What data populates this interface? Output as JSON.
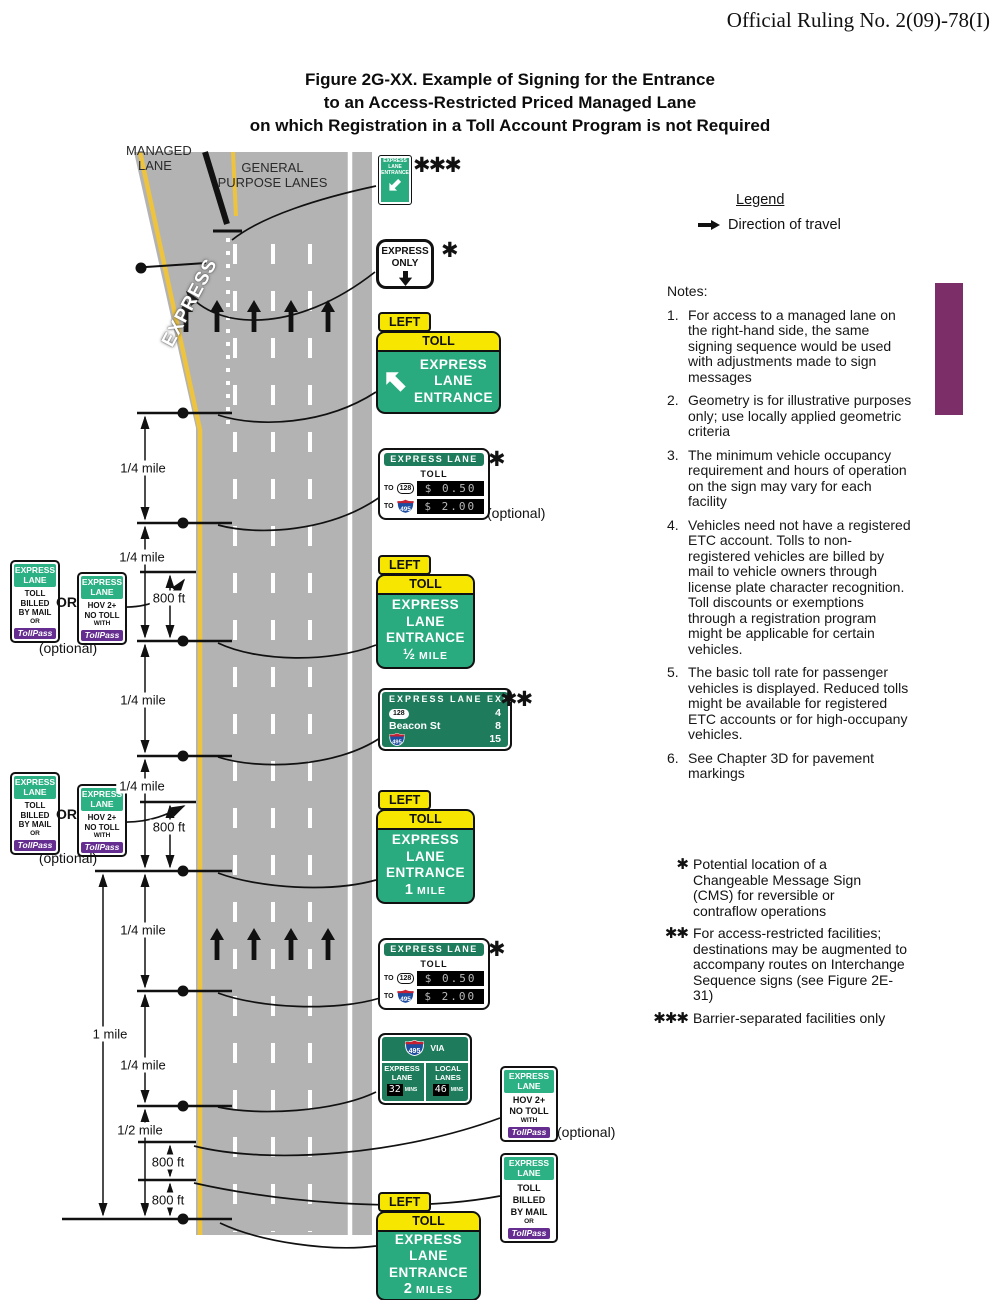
{
  "page": {
    "ruling_ref": "Official Ruling No. 2(09)-78(I)"
  },
  "title": {
    "line1": "Figure 2G-XX.  Example of Signing for the Entrance",
    "line2": "to an Access-Restricted Priced Managed Lane",
    "line3": "on which Registration in a Toll Account Program is not Required"
  },
  "road": {
    "managed_line1": "MANAGED",
    "managed_line2": "LANE",
    "gp_line1": "GENERAL",
    "gp_line2": "PURPOSE LANES",
    "pavement_word": "EXPRESS"
  },
  "legend": {
    "title": "Legend",
    "direction_label": "Direction of travel"
  },
  "notes": {
    "title": "Notes:",
    "items": [
      {
        "num": "1.",
        "text": "For access to a managed lane on the right-hand side, the same signing sequence would be used with adjustments made to sign messages"
      },
      {
        "num": "2.",
        "text": "Geometry is for illustrative purposes only; use locally applied geometric criteria"
      },
      {
        "num": "3.",
        "text": "The minimum vehicle occupancy requirement and hours of operation on the sign may vary for each facility"
      },
      {
        "num": "4.",
        "text": "Vehicles need not have a registered ETC account. Tolls to non-registered vehicles are billed by mail to vehicle owners through license plate character recognition. Toll discounts or exemptions through a registration program might be applicable for certain vehicles."
      },
      {
        "num": "5.",
        "text": "The basic toll rate for passenger vehicles is displayed. Reduced tolls might be available for registered ETC accounts or for high-occupany vehicles."
      },
      {
        "num": "6.",
        "text": "See Chapter 3D for pavement markings"
      }
    ]
  },
  "footnotes": [
    {
      "stars": "✱",
      "text": "Potential location of a Changeable Message Sign (CMS) for reversible or contraflow operations"
    },
    {
      "stars": "✱✱",
      "text": "For access-restricted facilities; destinations may be augmented to accompany routes on Interchange Sequence signs (see Figure 2E-31)"
    },
    {
      "stars": "✱✱✱",
      "text": "Barrier-separated facilities only"
    }
  ],
  "labels": {
    "or": "OR",
    "optional": "(optional)",
    "quarter_mile": "1/4 mile",
    "eight_hundred_ft": "800 ft",
    "one_mile": "1 mile",
    "half_mile": "1/2 mile"
  },
  "signs": {
    "ramp_sign": {
      "line1": "EXPRESS",
      "line2": "LANE",
      "line3": "ENTRANCE",
      "stars": "✱✱✱"
    },
    "express_only": {
      "line1": "EXPRESS",
      "line2": "ONLY",
      "stars": "✱"
    },
    "guides": [
      {
        "tab": "LEFT",
        "band": "TOLL",
        "line1": "EXPRESS",
        "line2": "LANE",
        "line3": "ENTRANCE"
      },
      {
        "tab": "LEFT",
        "band": "TOLL",
        "line1": "EXPRESS",
        "line2": "LANE",
        "line3": "ENTRANCE",
        "dist_num": "½",
        "dist_unit": "MILE"
      },
      {
        "tab": "LEFT",
        "band": "TOLL",
        "line1": "EXPRESS",
        "line2": "LANE",
        "line3": "ENTRANCE",
        "dist_num": "1",
        "dist_unit": "MILE"
      },
      {
        "tab": "LEFT",
        "band": "TOLL",
        "line1": "EXPRESS",
        "line2": "LANE",
        "line3": "ENTRANCE",
        "dist_num": "2",
        "dist_unit": "MILES"
      }
    ],
    "toll_rate": {
      "header": "EXPRESS LANE",
      "toll": "TOLL",
      "stars": "✱",
      "row1_to": "TO",
      "row1_shield": "128",
      "row1_amount": "$ 0.50",
      "row2_to": "TO",
      "row2_shield": "495",
      "row2_amount": "$ 2.00"
    },
    "exits": {
      "header": "EXPRESS LANE EXITS",
      "stars": "✱✱",
      "row1_shield": "128",
      "row1_dist": "4",
      "row2_name": "Beacon St",
      "row2_dist": "8",
      "row3_shield": "495",
      "row3_dist": "15"
    },
    "travel": {
      "shield": "495",
      "via": "VIA",
      "col1_line1": "EXPRESS",
      "col1_line2": "LANE",
      "col1_mins": "32",
      "col1_unit": "MINS",
      "col2_line1": "LOCAL",
      "col2_line2": "LANES",
      "col2_mins": "46",
      "col2_unit": "MINS"
    },
    "toll_billed": {
      "h1": "EXPRESS",
      "h2": "LANE",
      "l1": "TOLL",
      "l2": "BILLED",
      "l3": "BY MAIL",
      "l4": "OR",
      "logo": "TollPass"
    },
    "hov": {
      "h1": "EXPRESS",
      "h2": "LANE",
      "l1": "HOV 2+",
      "l2": "NO TOLL",
      "l3": "WITH",
      "logo": "TollPass"
    }
  },
  "colors": {
    "guide_green": "#29ab7f",
    "dark_green": "#1e7c5c",
    "sign_yellow": "#f7e600",
    "tollpass_purple": "#662d91",
    "side_bar_purple": "#7c2e69",
    "road_gray": "#b3b3b3",
    "edge_yellow": "#eec33e"
  }
}
